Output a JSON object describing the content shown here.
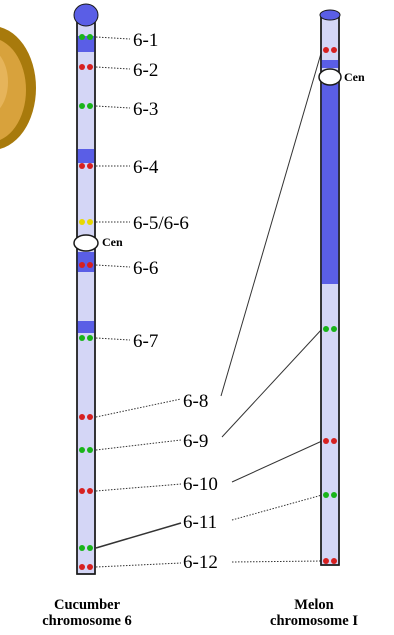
{
  "colors": {
    "chromosome_light": "#d4d6f6",
    "chromosome_dark": "#5a5ee6",
    "outline": "#1a1a1a",
    "marker_green": "#19b419",
    "marker_red": "#d62020",
    "marker_yellow": "#e8d800",
    "fruit_outer": "#a87a0c",
    "fruit_inner": "#d8a23c"
  },
  "icons": {
    "fruit": "cucumber-fruit-image"
  },
  "cucumber": {
    "markers": [
      {
        "label": "6-1",
        "color": "green"
      },
      {
        "label": "6-2",
        "color": "red"
      },
      {
        "label": "6-3",
        "color": "green"
      },
      {
        "label": "6-4",
        "color": "red"
      },
      {
        "label": "6-5/6-6",
        "color": "yellow"
      },
      {
        "label": "6-6",
        "color": "red"
      },
      {
        "label": "6-7",
        "color": "green"
      },
      {
        "label": "6-8",
        "color": "red"
      },
      {
        "label": "6-9",
        "color": "green"
      },
      {
        "label": "6-10",
        "color": "red"
      },
      {
        "label": "6-11",
        "color": "green"
      },
      {
        "label": "6-12",
        "color": "red"
      }
    ],
    "centromere_label": "Cen",
    "caption_line1": "Cucumber",
    "caption_line2": "chromosome 6"
  },
  "melon": {
    "centromere_label": "Cen",
    "caption_line1": "Melon",
    "caption_line2": "chromosome I"
  }
}
